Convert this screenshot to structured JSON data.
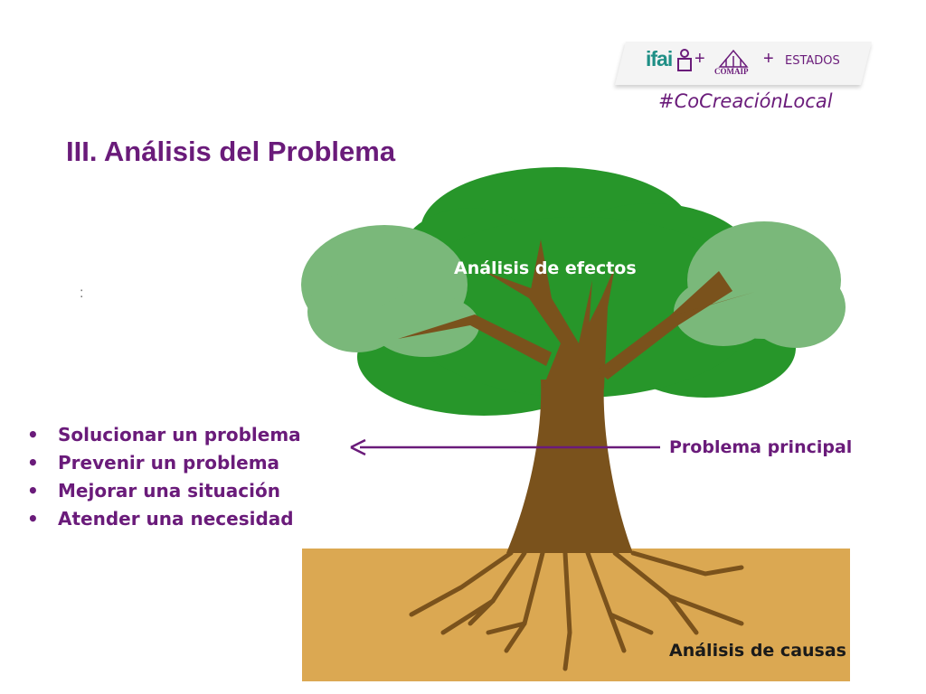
{
  "slide": {
    "title": "III. Análisis del Problema",
    "hashtag": "#CoCreaciónLocal",
    "colon": ":"
  },
  "logos": {
    "ifai": "ifai",
    "plus": "+",
    "comaip": "COMAIP",
    "estados": "ESTADOS"
  },
  "bullets": [
    "Solucionar un problema",
    "Prevenir un problema",
    "Mejorar una situación",
    "Atender una necesidad"
  ],
  "tree": {
    "effects_label": "Análisis de efectos",
    "main_problem_label": "Problema principal",
    "causes_label": "Análisis de causas"
  },
  "colors": {
    "accent_purple": "#6a1b7a",
    "dark_green": "#27962a",
    "light_green": "#7ab87a",
    "trunk_brown": "#7a521c",
    "soil": "#dba852"
  }
}
